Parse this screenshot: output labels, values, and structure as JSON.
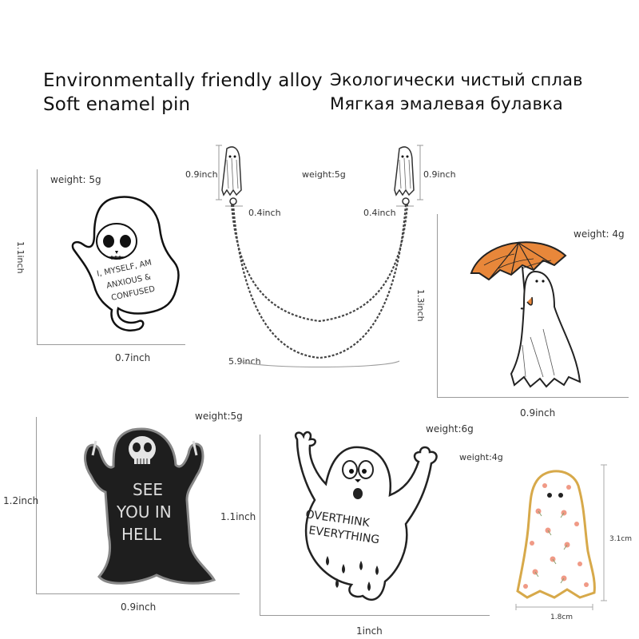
{
  "header": {
    "en_line1": "Environmentally friendly alloy",
    "en_line2": "Soft enamel pin",
    "ru_line1": "Экологически чистый сплав",
    "ru_line2": "Мягкая эмалевая булавка"
  },
  "pins": [
    {
      "id": "anxious-ghost",
      "weight": "weight: 5g",
      "height": "1.1inch",
      "width": "0.7inch",
      "text": [
        "I, MYSELF, AM",
        "ANXIOUS &",
        "CONFUSED"
      ]
    },
    {
      "id": "chain-ghosts",
      "weight": "weight:5g",
      "height_left": "0.9inch",
      "height_right": "0.9inch",
      "width_left": "0.4inch",
      "width_right": "0.4inch",
      "chain_length": "5.9inch"
    },
    {
      "id": "umbrella-ghost",
      "weight": "weight: 4g",
      "height": "1.3inch",
      "width": "0.9inch"
    },
    {
      "id": "hell-ghost",
      "weight": "weight:5g",
      "height": "1.2inch",
      "width": "0.9inch",
      "text": [
        "SEE",
        "YOU IN",
        "HELL"
      ]
    },
    {
      "id": "overthink-ghost",
      "weight": "weight:6g",
      "height": "1.1inch",
      "width": "1inch",
      "text": [
        "OVERTHINK",
        "EVERYTHING"
      ]
    },
    {
      "id": "flower-ghost",
      "weight": "weight:4g",
      "height": "3.1cm",
      "width": "1.8cm"
    }
  ],
  "colors": {
    "umbrella": "#e8873a",
    "flower": "#f09a86",
    "hell_ghost": "#1e1e1e",
    "flower_ghost_frame": "#d7a94a"
  }
}
